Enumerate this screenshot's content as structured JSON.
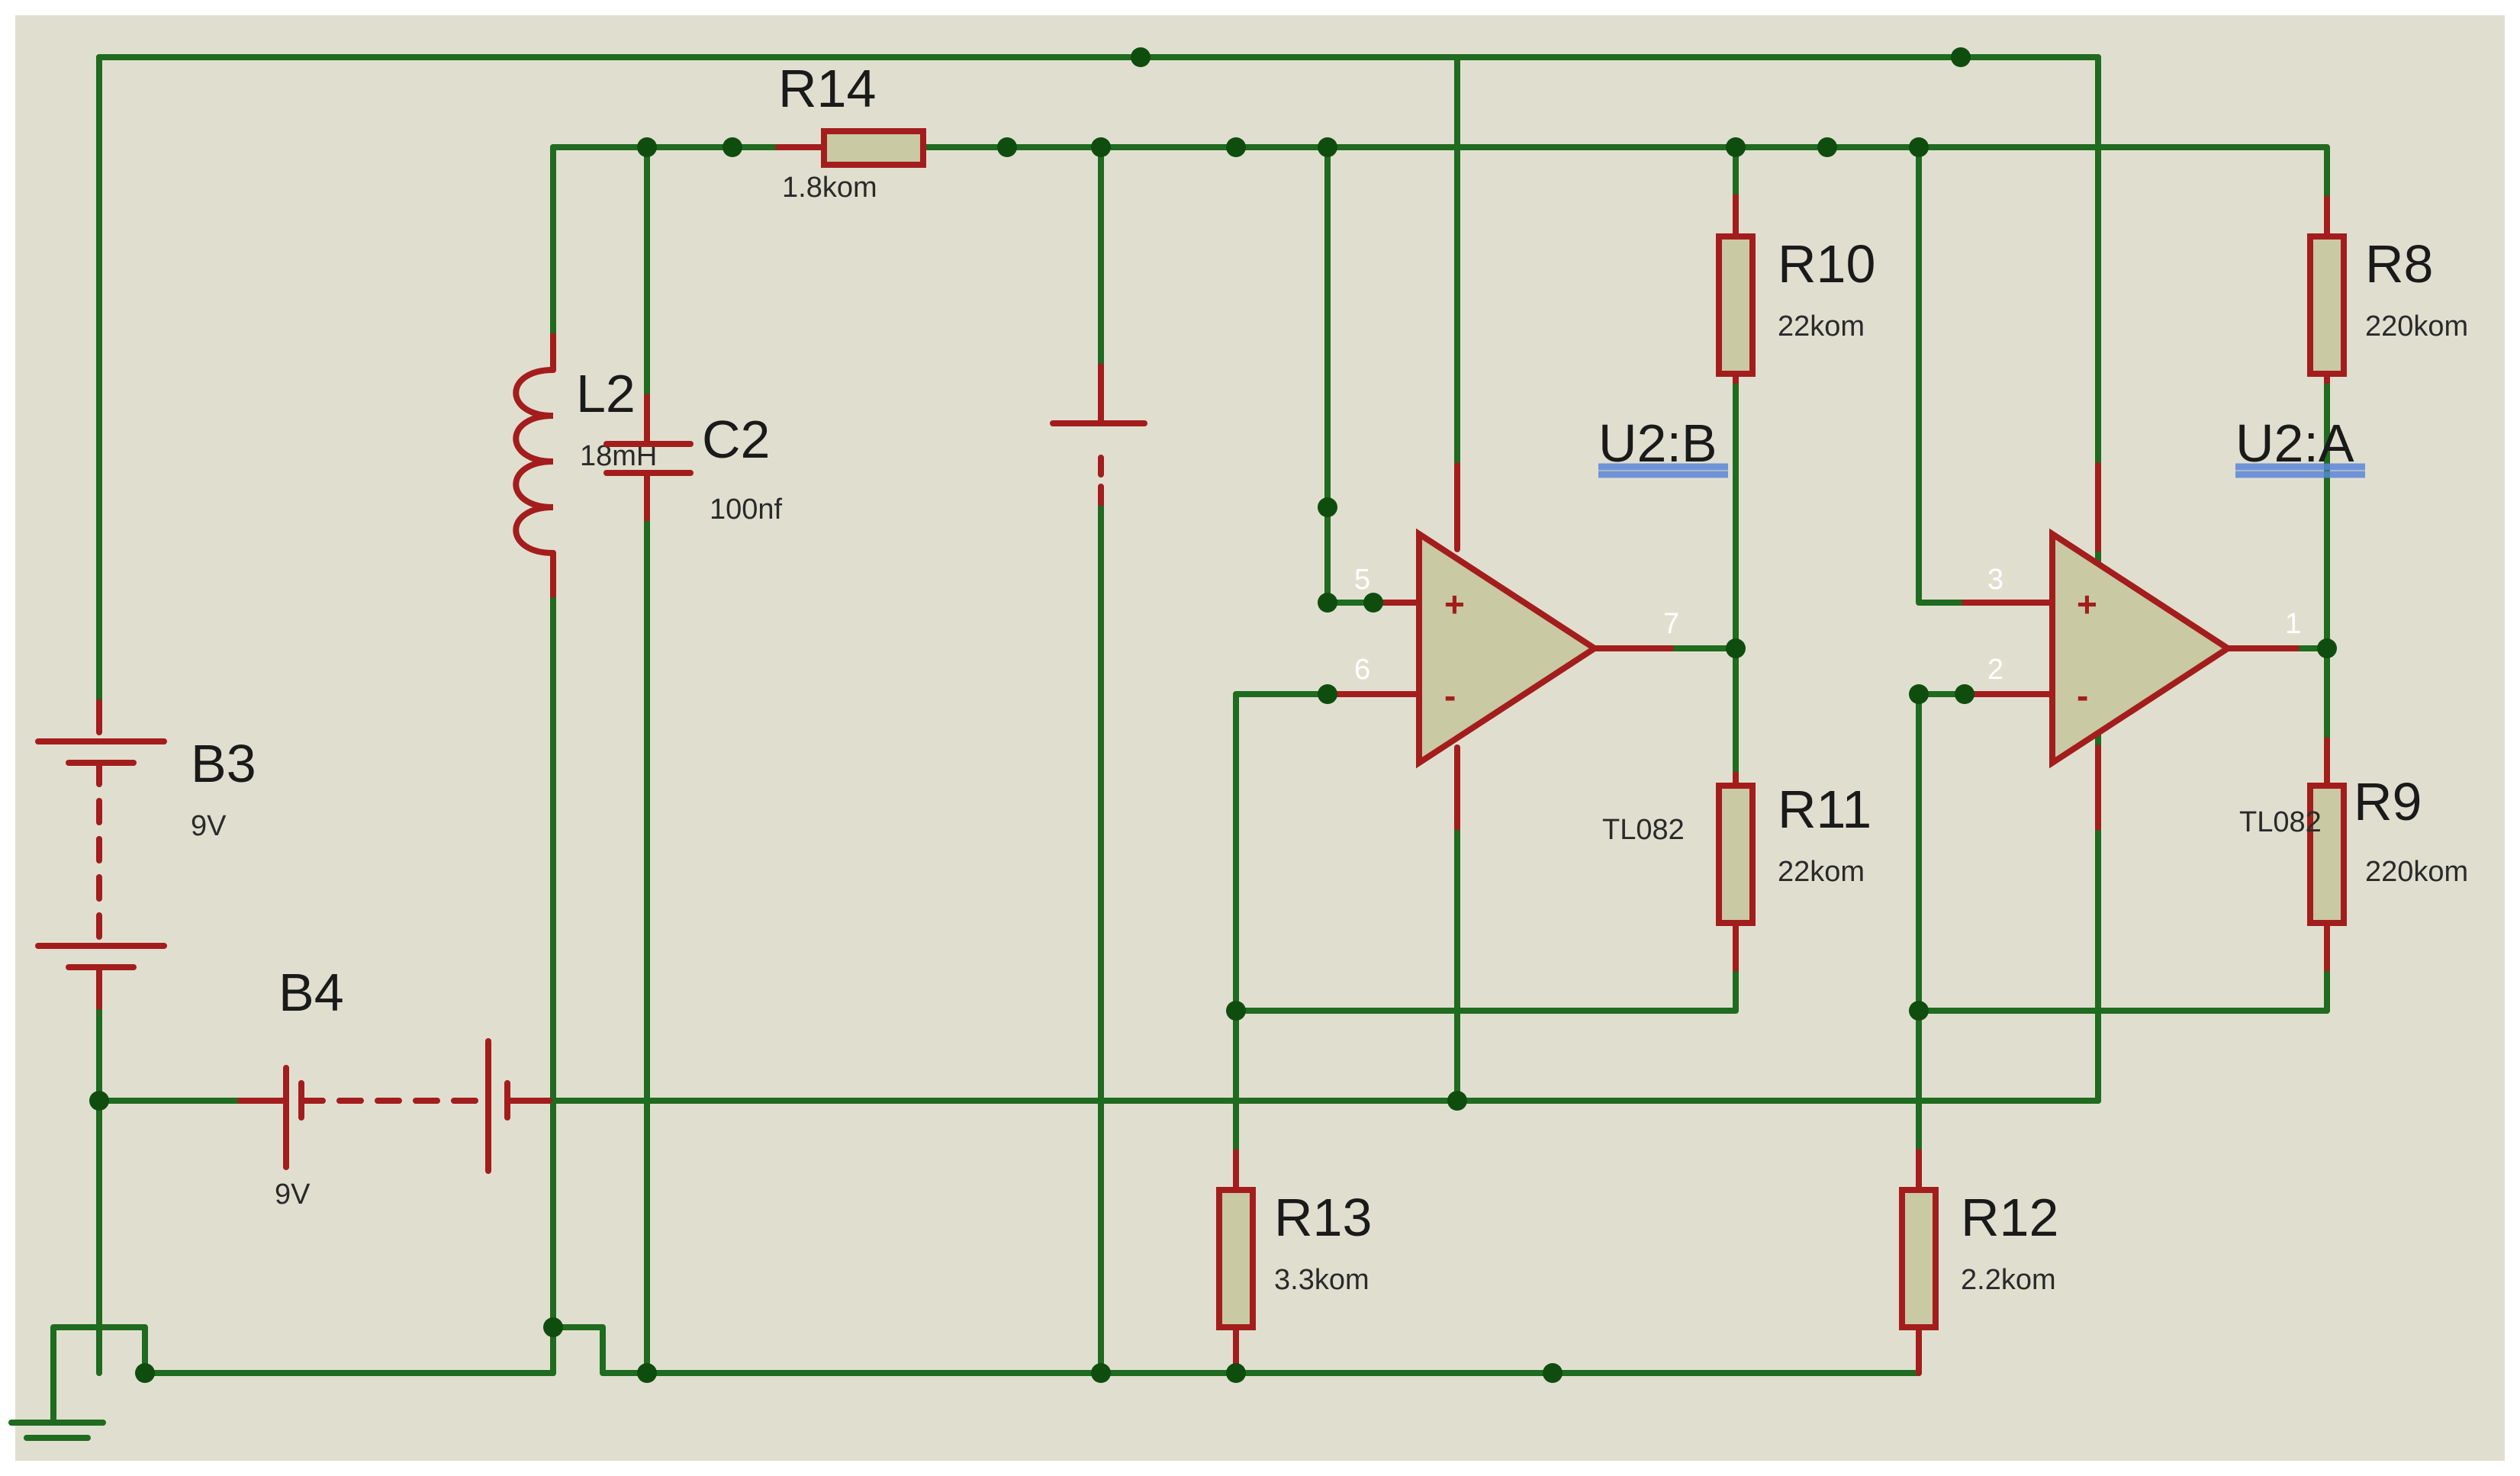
{
  "colors": {
    "background": "#e0dfcf",
    "wire": "#1f6b1f",
    "component": "#a31d1d",
    "body": "#c9c9a4",
    "node": "#0f4d0f",
    "highlight": "#5b86d8"
  },
  "components": {
    "B3": {
      "ref": "B3",
      "value": "9V"
    },
    "B4": {
      "ref": "B4",
      "value": "9V"
    },
    "L2": {
      "ref": "L2",
      "value": "18mH"
    },
    "C2": {
      "ref": "C2",
      "value": "100nf"
    },
    "R14": {
      "ref": "R14",
      "value": "1.8kom"
    },
    "R10": {
      "ref": "R10",
      "value": "22kom"
    },
    "R11": {
      "ref": "R11",
      "value": "22kom"
    },
    "R8": {
      "ref": "R8",
      "value": "220kom"
    },
    "R9": {
      "ref": "R9",
      "value": "220kom"
    },
    "R13": {
      "ref": "R13",
      "value": "3.3kom"
    },
    "R12": {
      "ref": "R12",
      "value": "2.2kom"
    },
    "U2B": {
      "ref": "U2:B",
      "value": "TL082",
      "pin_plus": "5",
      "pin_minus": "6",
      "pin_out": "7"
    },
    "U2A": {
      "ref": "U2:A",
      "value": "TL082",
      "pin_plus": "3",
      "pin_minus": "2",
      "pin_out": "1"
    }
  },
  "symbols": {
    "plus": "+",
    "minus": "-"
  }
}
